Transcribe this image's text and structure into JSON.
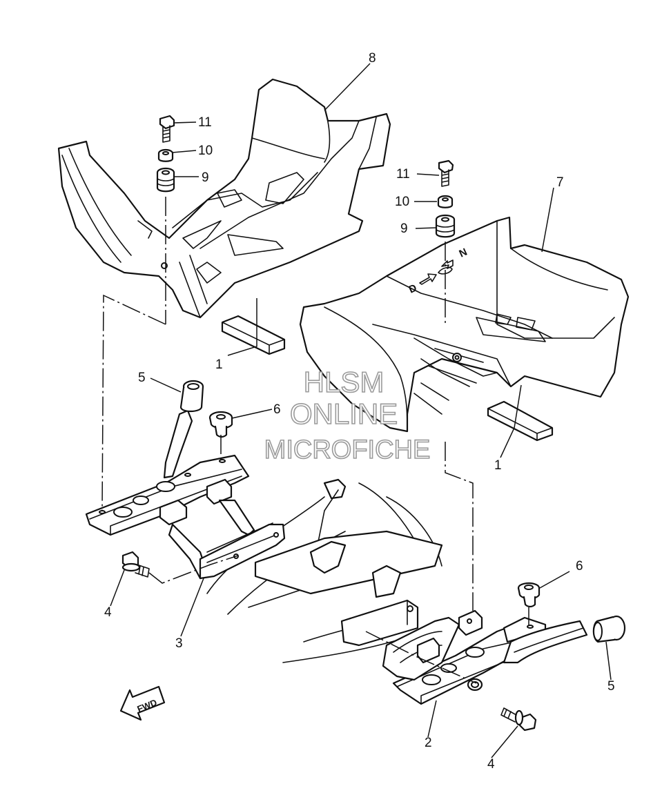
{
  "callouts": {
    "c1a": "1",
    "c1b": "1",
    "c2": "2",
    "c3": "3",
    "c4a": "4",
    "c4b": "4",
    "c5a": "5",
    "c5b": "5",
    "c6a": "6",
    "c6b": "6",
    "c7": "7",
    "c8": "8",
    "c9a": "9",
    "c9b": "9",
    "c10a": "10",
    "c10b": "10",
    "c11a": "11",
    "c11b": "11"
  },
  "embossing": {
    "shift_d": "D",
    "shift_n": "N"
  },
  "direction_badge": "FWD",
  "watermark": {
    "line1": "HLSM",
    "line2": "ONLINE",
    "line3": "MICROFICHE"
  }
}
